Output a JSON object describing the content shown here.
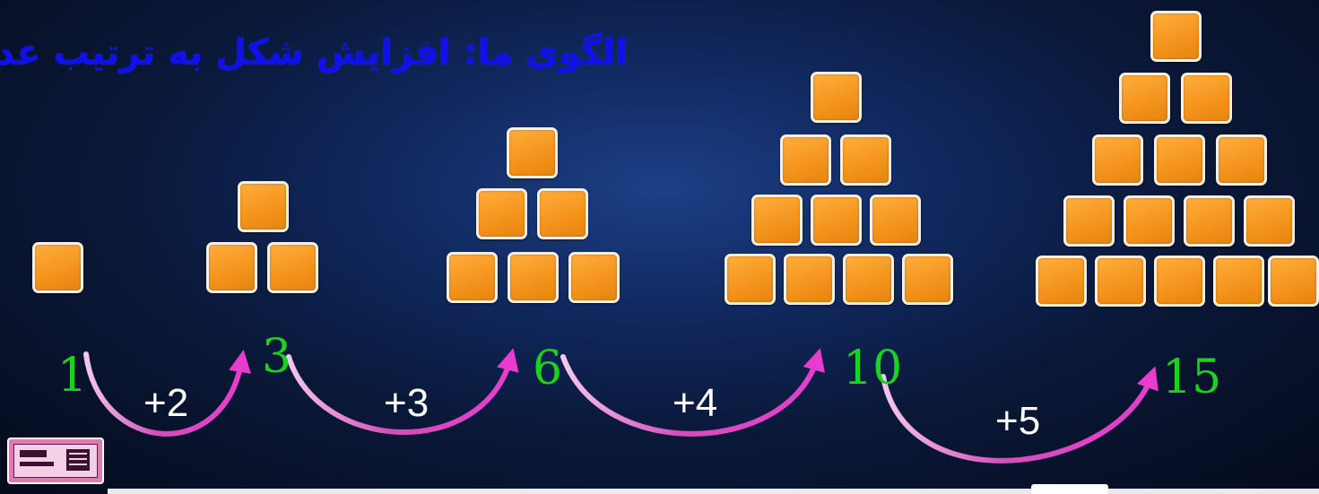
{
  "title": "الگوی ما: افزایش شکل به ترتیب عدد",
  "stages": [
    {
      "total": "1",
      "rows": [
        1
      ]
    },
    {
      "total": "3",
      "rows": [
        1,
        2
      ]
    },
    {
      "total": "6",
      "rows": [
        1,
        2,
        3
      ]
    },
    {
      "total": "10",
      "rows": [
        1,
        2,
        3,
        4
      ]
    },
    {
      "total": "15",
      "rows": [
        1,
        2,
        3,
        4,
        5
      ]
    }
  ],
  "increments": [
    "+2",
    "+3",
    "+4",
    "+5"
  ],
  "colors": {
    "block": "#f5961f",
    "number": "#19d31f",
    "arrow": "#e83ccf",
    "title": "#1010e8"
  },
  "icons": [
    "arrow-icon",
    "logo-icon"
  ]
}
